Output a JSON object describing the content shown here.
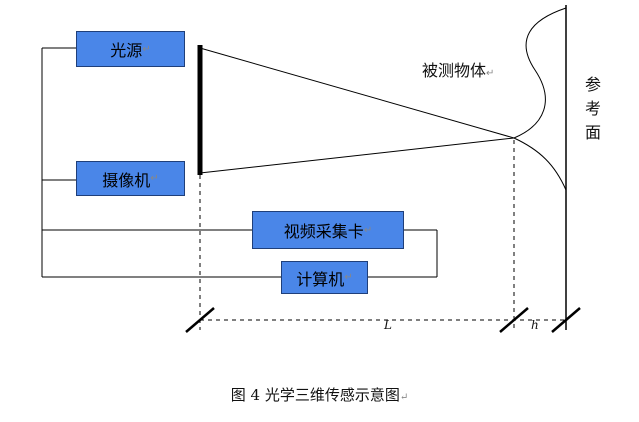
{
  "boxes": {
    "light_source": "光源",
    "camera": "摄像机",
    "capture_card": "视频采集卡",
    "computer": "计算机"
  },
  "labels": {
    "object": "被测物体",
    "reference_plane": [
      "参",
      "考",
      "面"
    ],
    "distance_L": "L",
    "distance_h": "h"
  },
  "paragraph_mark": "↵",
  "caption": "图 4  光学三维传感示意图",
  "colors": {
    "box_fill": "#4a86e8",
    "box_border": "#1f3f7a",
    "line": "#000000"
  }
}
